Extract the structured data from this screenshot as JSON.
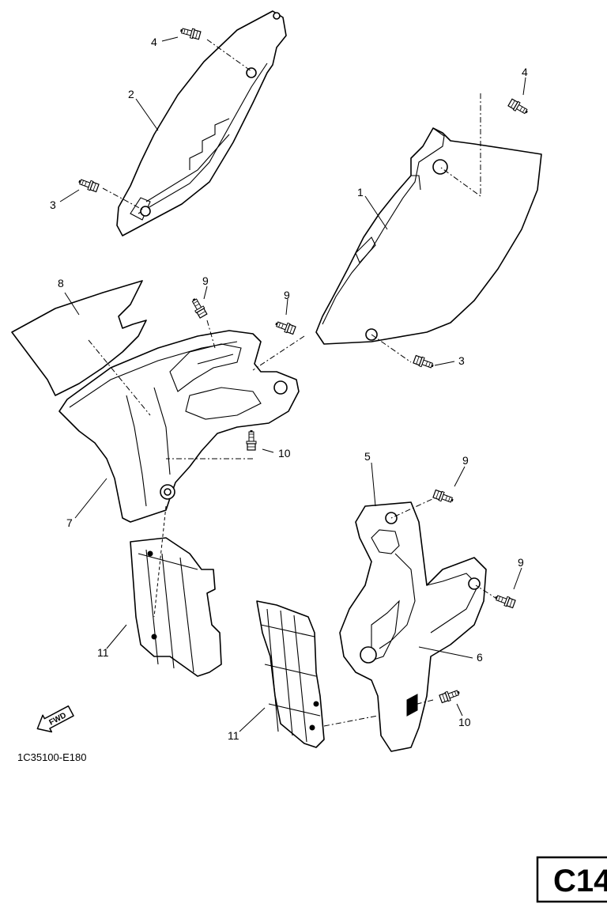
{
  "diagram_code": "1C35100-E180",
  "page_id": "C14",
  "fwd_label": "FWD",
  "callouts": {
    "side_cover_right": "1",
    "side_cover_left": "2",
    "bolt_3_left": "3",
    "bolt_3_right": "3",
    "bolt_4_left": "4",
    "bolt_4_right": "4",
    "shroud_right": "5",
    "shroud_right_graphic": "6",
    "shroud_left": "7",
    "shroud_left_graphic": "8",
    "bolt_9_a": "9",
    "bolt_9_b": "9",
    "bolt_9_c": "9",
    "bolt_9_d": "9",
    "bolt_10_left": "10",
    "bolt_10_right": "10",
    "radiator_guard_left": "11",
    "radiator_guard_right": "11"
  }
}
